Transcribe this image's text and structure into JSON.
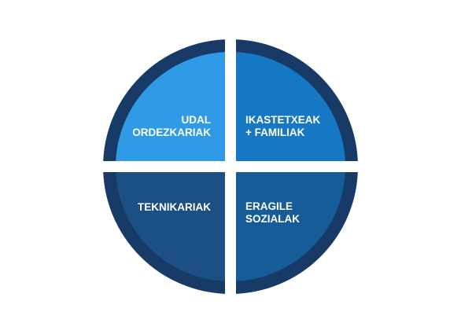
{
  "diagram": {
    "quadrants": [
      {
        "id": "top-left",
        "lines": [
          "UDAL",
          "ORDEZKARIAK"
        ],
        "inner_color": "#2f9ae6"
      },
      {
        "id": "top-right",
        "lines": [
          "IKASTETXEAK",
          "+ FAMILIAK"
        ],
        "inner_color": "#1677c4"
      },
      {
        "id": "bottom-left",
        "lines": [
          "TEKNIKARIAK"
        ],
        "inner_color": "#1c4f83"
      },
      {
        "id": "bottom-right",
        "lines": [
          "ERAGILE",
          "SOZIALAK"
        ],
        "inner_color": "#155c98"
      }
    ],
    "ring_color": "#173b66",
    "gap_color": "#ffffff"
  }
}
